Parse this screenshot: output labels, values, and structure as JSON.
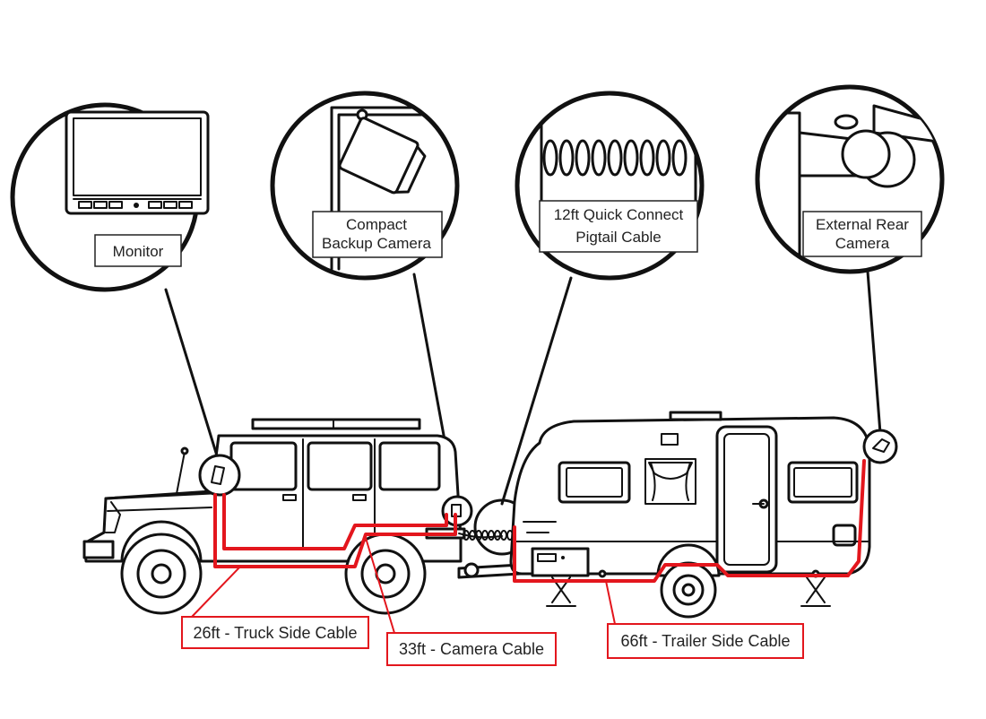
{
  "colors": {
    "cable_red": "#e3161d",
    "ink": "#111111",
    "background": "#ffffff"
  },
  "callouts": [
    {
      "id": "monitor",
      "lines": [
        "Monitor"
      ]
    },
    {
      "id": "compact-backup-camera",
      "lines": [
        "Compact",
        "Backup Camera"
      ]
    },
    {
      "id": "pigtail-cable",
      "lines": [
        "12ft Quick Connect",
        "Pigtail Cable"
      ]
    },
    {
      "id": "external-rear-camera",
      "lines": [
        "External Rear",
        "Camera"
      ]
    }
  ],
  "cable_labels": [
    {
      "id": "truck-side-cable",
      "text": "26ft - Truck Side Cable"
    },
    {
      "id": "camera-cable",
      "text": "33ft - Camera Cable"
    },
    {
      "id": "trailer-side-cable",
      "text": "66ft - Trailer Side Cable"
    }
  ]
}
